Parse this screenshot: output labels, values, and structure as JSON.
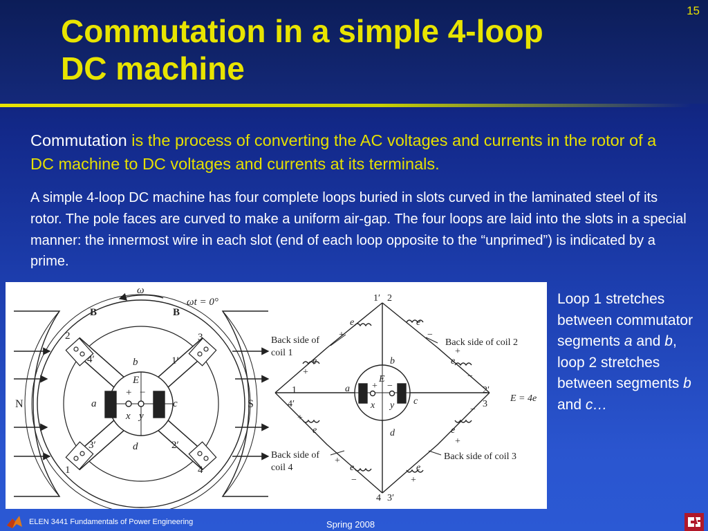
{
  "slide": {
    "number": "15",
    "title_line1": "Commutation in a simple 4-loop",
    "title_line2": "DC machine"
  },
  "body": {
    "para1_term": "Commutation",
    "para1_rest": " is the process of converting the AC voltages and currents in the rotor of a DC machine to DC voltages and currents at its terminals.",
    "para2": "A simple 4-loop DC machine has four complete loops buried in slots curved in  the laminated steel of its rotor. The pole faces are curved to make a uniform air-gap. The four loops are laid into the slots in a special manner: the innermost wire in each slot (end of each loop opposite to the “unprimed”) is indicated by a prime."
  },
  "side_note": {
    "t1": "Loop 1 stretches between commutator segments ",
    "a": "a",
    "t2": " and ",
    "b": "b",
    "t3": ", loop 2 stretches between segments ",
    "b2": "b",
    "t4": " and ",
    "c": "c…"
  },
  "figure": {
    "machine": {
      "omega": "ω",
      "omega_t": "ωt = 0°",
      "pole_B_left": "B",
      "pole_B_right": "B",
      "pole_N": "N",
      "pole_S": "S",
      "E": "E",
      "plus": "+",
      "minus": "−",
      "seg_a": "a",
      "seg_b": "b",
      "seg_c": "c",
      "seg_d": "d",
      "brush_x": "x",
      "brush_y": "y",
      "slot_1": "1",
      "slot_2": "2",
      "slot_3": "3",
      "slot_4": "4",
      "slot_1p": "1′",
      "slot_2p": "2′",
      "slot_3p": "3′",
      "slot_4p": "4′"
    },
    "circuit": {
      "top_1p": "1′",
      "top_2": "2",
      "left_1": "1",
      "left_4p": "4′",
      "right_2p": "2′",
      "right_3": "3",
      "bottom_4": "4",
      "bottom_3p": "3′",
      "coil1_l1": "Back side of",
      "coil1_l2": "coil 1",
      "coil2": "Back side of coil 2",
      "coil3": "Back side of coil 3",
      "coil4_l1": "Back side of",
      "coil4_l2": "coil 4",
      "E_eq": "E = 4e",
      "e": "e",
      "plus": "+",
      "minus": "−",
      "E": "E",
      "seg_a": "a",
      "seg_b": "b",
      "seg_c": "c",
      "seg_d": "d",
      "brush_x": "x",
      "brush_y": "y"
    }
  },
  "footer": {
    "course": "ELEN 3441 Fundamentals of Power Engineering",
    "date": "Spring 2008"
  },
  "colors": {
    "title": "#e8e400",
    "body_highlight": "#e6e000",
    "body_text": "#ffffff",
    "background": "#1d3fb0"
  }
}
